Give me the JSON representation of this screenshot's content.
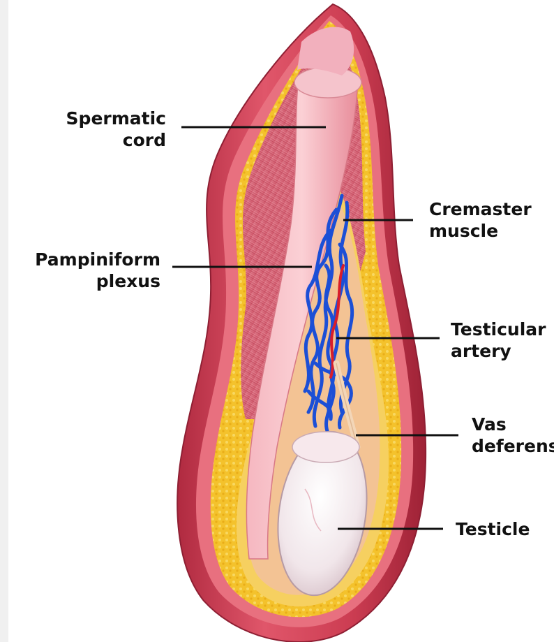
{
  "labels": {
    "spermatic_cord": [
      "Spermatic",
      "cord"
    ],
    "pampiniform_plexus": [
      "Pampiniform",
      "plexus"
    ],
    "cremaster_muscle": [
      "Cremaster",
      "muscle"
    ],
    "testicular_artery": [
      "Testicular",
      "artery"
    ],
    "vas_deferens": [
      "Vas",
      "deferens"
    ],
    "testicle": [
      "Testicle"
    ]
  },
  "colors": {
    "outer_skin": "#c8384e",
    "outer_skin_light": "#e25a6c",
    "fat_layer": "#f3c229",
    "muscle": "#d9697a",
    "cord": "#f2a8b1",
    "vein": "#1c4fd6",
    "artery": "#d81e2a",
    "vas_deferens": "#f3d6b8",
    "testicle": "#f4eef0",
    "leader_line": "#111111"
  }
}
